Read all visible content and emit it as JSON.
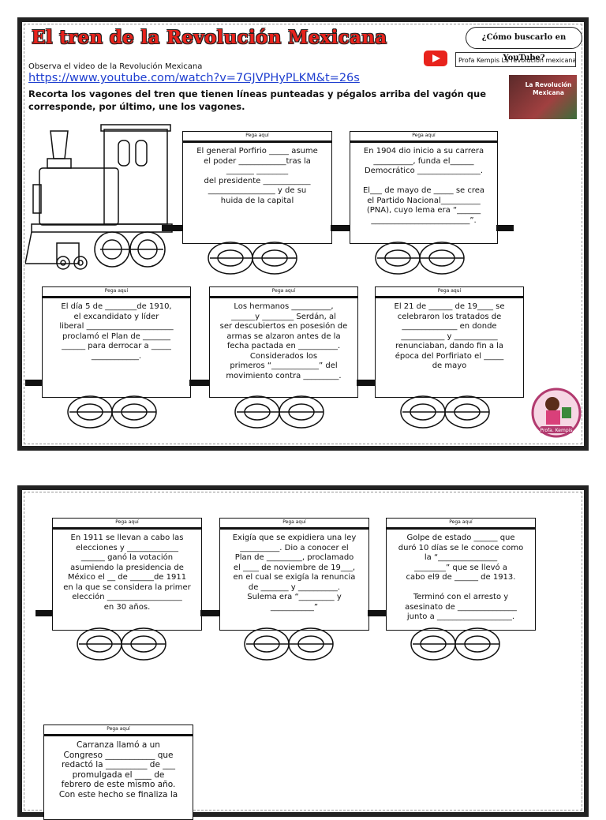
{
  "header": {
    "title": "El tren de la Revolución Mexicana",
    "youtube_question": "¿Cómo buscarlo en YouTube?",
    "youtube_search": "Profa Kempis La revolución mexicana",
    "thumbnail_title": "La Revolución Mexicana",
    "instruction_video": "Observa el video de la Revolución Mexicana",
    "video_link": "https://www.youtube.com/watch?v=7GJVPHyPLKM&t=26s",
    "instruction_main": "Recorta los vagones del tren que tienen líneas punteadas y pégalos arriba del vagón que corresponde, por último, une los vagones."
  },
  "paste_label": "Pega aquí",
  "logo_text": "Profa. Kempis",
  "page1_wagons": [
    {
      "text": "El general Porfirio _____ asume\nel poder ____________tras la\n_______ ________\ndel presidente ____________\n_________________ y de su\nhuida de la capital"
    },
    {
      "text": "En 1904 dio inicio a su carrera\n__________, funda el______\nDemocrático ________________.\n\nEl___ de mayo de _____ se crea\nel Partido Nacional__________\n(PNA), cuyo lema era “______\n_________________________”."
    },
    {
      "text": "El día 5 de ________de 1910,\nel excandidato y líder\nliberal ______________________\nproclamó el Plan de _______\n______ para derrocar a _____\n____________."
    },
    {
      "text": "Los hermanos __________,\n______y ________ Serdán, al\nser descubiertos en posesión de\narmas se alzaron antes de la\nfecha pactada en __________.\nConsiderados los\nprimeros “____________” del\nmovimiento contra _________."
    },
    {
      "text": "El 21 de ______ de 19____ se\ncelebraron los tratados de\n______________ en donde\n___________ y ___________\nrenunciaban, dando fin a la\népoca del Porfiriato el _____\nde mayo"
    }
  ],
  "page2_wagons": [
    {
      "text": "En 1911 se llevan a cabo las\nelecciones y _____________\n______ ganó la votación\nasumiendo la presidencia de\nMéxico el __ de ______de 1911\nen la que se considera la primer\nelección ___________________\nen 30 años."
    },
    {
      "text": "Exigía que se expidiera una ley\n__________. Dio a conocer el\nPlan de _________, proclamado\nel ____ de noviembre de 19___,\nen el cual se exigía la renuncia\nde _______ y __________.\nSulema era “_________ y\n___________”"
    },
    {
      "text": "Golpe de estado ______ que\nduró 10 días se le conoce como\nla “_______________\n________” que se llevó a\ncabo el9 de ______ de 1913.\n\nTerminó con el arresto y\nasesinato de _______________\njunto a ___________________."
    },
    {
      "text": "Carranza llamó a un\nCongreso ____________ que\nredactó la __________ de ___\npromulgada el ____ de\nfebrero de este mismo año.\nCon este hecho se finaliza la"
    }
  ]
}
